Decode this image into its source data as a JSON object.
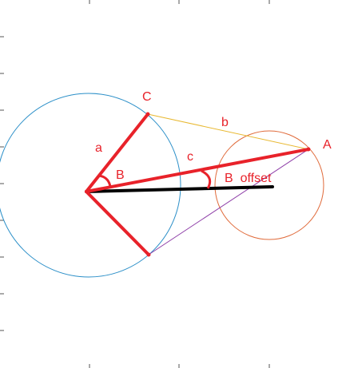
{
  "colors": {
    "blue_circle": "#2b8fc8",
    "orange_circle": "#e06a3a",
    "yellow_line": "#e8b830",
    "purple_line": "#8e3fa8",
    "red": "#e8222a",
    "black": "#000000",
    "ticks": "#555555",
    "background": "#ffffff"
  },
  "labels": {
    "a": "a",
    "b": "b",
    "c": "c",
    "C": "C",
    "A": "A",
    "B": "B",
    "B_offset": "B  offset"
  }
}
